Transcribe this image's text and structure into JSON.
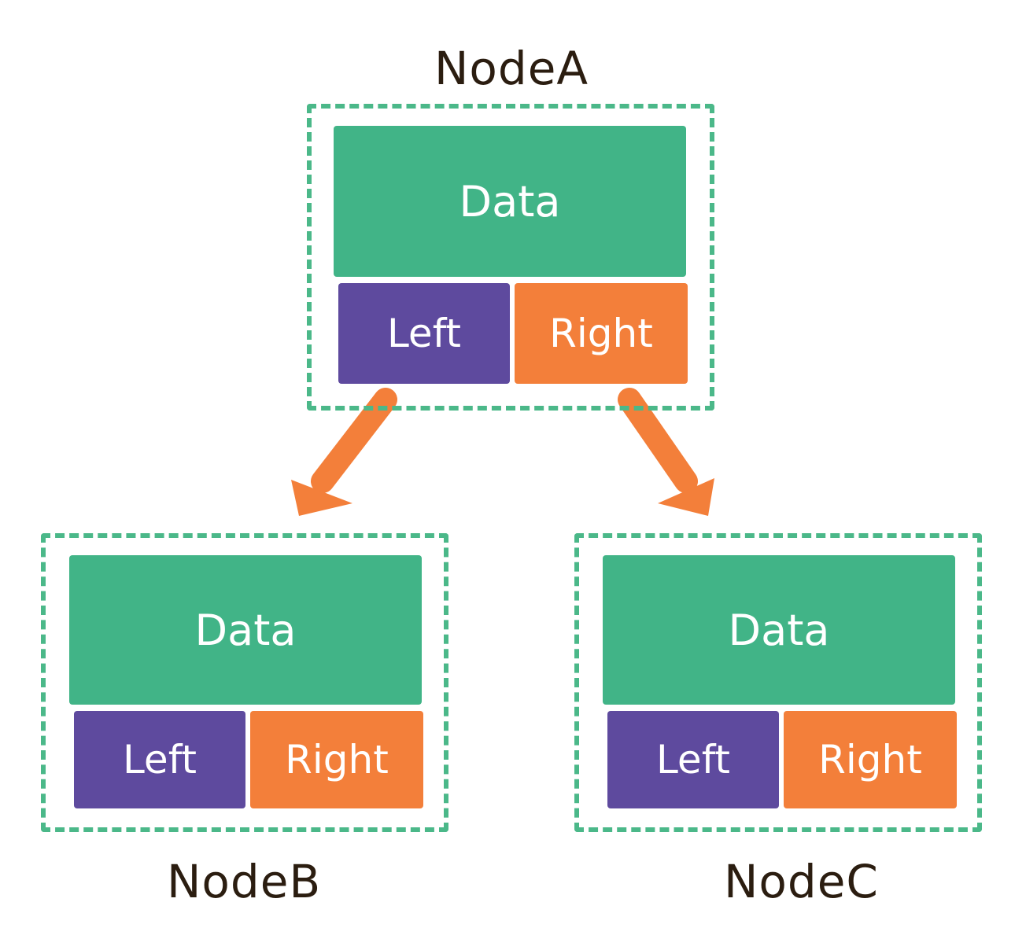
{
  "colors": {
    "data": "#41b487",
    "left": "#5e4a9e",
    "right": "#f37f3a",
    "dashed_border": "#4bb889",
    "arrow": "#f37f3a",
    "title_text": "#2b1d10"
  },
  "nodes": {
    "a": {
      "title": "NodeA",
      "data": "Data",
      "left": "Left",
      "right": "Right"
    },
    "b": {
      "title": "NodeB",
      "data": "Data",
      "left": "Left",
      "right": "Right"
    },
    "c": {
      "title": "NodeC",
      "data": "Data",
      "left": "Left",
      "right": "Right"
    }
  }
}
